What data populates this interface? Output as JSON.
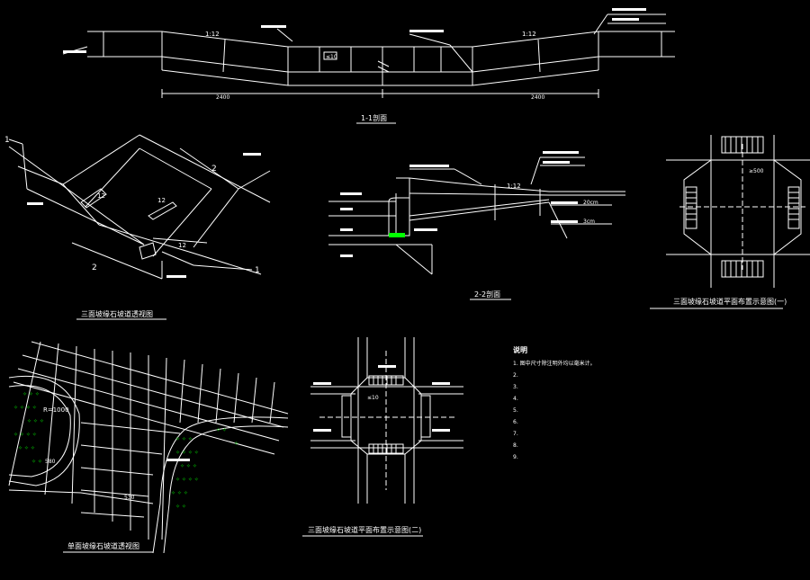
{
  "section_11": {
    "slope_left": "1:12",
    "slope_right": "1:12",
    "dim_left": "2400",
    "dim_right": "2400",
    "lim": "≤10",
    "title": "1-1剖面"
  },
  "section_22": {
    "slope": "1:12",
    "dim_20": "20cm",
    "dim_3": "3cm",
    "title": "2-2剖面"
  },
  "view_3face_perspective": {
    "title": "三面坡缘石坡道透视图"
  },
  "plan_1": {
    "title": "三面坡缘石坡道平面布置示意图(一)",
    "dim": "≥500"
  },
  "plan_2": {
    "title": "三面坡缘石坡道平面布置示意图(二)",
    "lim": "≤10"
  },
  "single_slope": {
    "title": "单面坡缘石坡道透视图",
    "radius": "R=1000",
    "w1": "580",
    "w2": "530"
  },
  "notes": {
    "header": "说明",
    "lines": [
      "1. 图中尺寸除注明外均以毫米计。",
      "2. ",
      "3. ",
      "4. ",
      "5. ",
      "6. ",
      "7. ",
      "8. ",
      "9. "
    ]
  },
  "colors": {
    "background": "#000000",
    "lines": "#ffffff",
    "accent": "#00ff00"
  }
}
